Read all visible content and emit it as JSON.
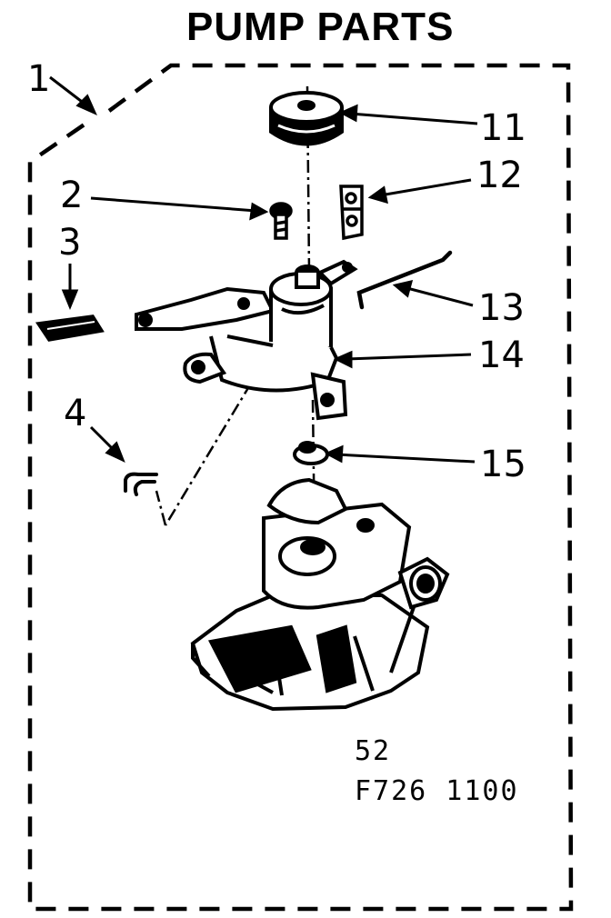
{
  "title": "PUMP PARTS",
  "callouts": {
    "c1": "1",
    "c2": "2",
    "c3": "3",
    "c4": "4",
    "c11": "11",
    "c12": "12",
    "c13": "13",
    "c14": "14",
    "c15": "15"
  },
  "codes": {
    "line1": "52",
    "line2": "F726 1100"
  }
}
